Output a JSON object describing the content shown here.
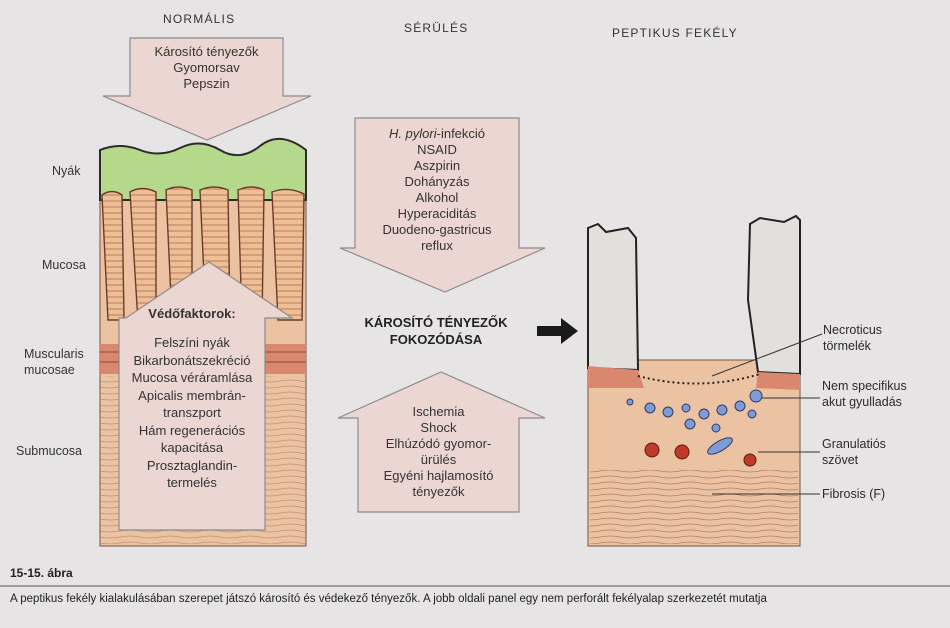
{
  "columns": {
    "normal": "NORMÁLIS",
    "injury": "SÉRÜLÉS",
    "ulcer": "PEPTIKUS FEKÉLY"
  },
  "layers": {
    "mucus": "Nyák",
    "mucosa": "Mucosa",
    "muscularis": [
      "Muscularis",
      "mucosae"
    ],
    "submucosa": "Submucosa"
  },
  "damaging_factors": {
    "title": "Károsító tényezők",
    "items": [
      "Gyomorsav",
      "Pepszin"
    ]
  },
  "protective_factors": {
    "title": "Védőfaktorok:",
    "items": [
      "Felszíni nyák",
      "Bikarbonátszekréció",
      "Mucosa véráramlása",
      "Apicalis membrán-",
      "transzport",
      "Hám regenerációs",
      "kapacitása",
      "Prosztaglandin-",
      "termelés"
    ]
  },
  "injury_increase": {
    "hpylori_italic": "H. pylori",
    "hpylori_rest": "-infekció",
    "items": [
      "NSAID",
      "Aszpirin",
      "Dohányzás",
      "Alkohol",
      "Hyperaciditás",
      "Duodeno-gastricus",
      "reflux"
    ]
  },
  "injury_decrease": {
    "items": [
      "Ischemia",
      "Shock",
      "Elhúzódó gyomor-",
      "ürülés",
      "Egyéni hajlamosító",
      "tényezők"
    ]
  },
  "center_label": [
    "KÁROSÍTÓ TÉNYEZŐK",
    "FOKOZÓDÁSA"
  ],
  "ulcer_callouts": {
    "necrotic": [
      "Necroticus",
      "törmelék"
    ],
    "inflammation": [
      "Nem specifikus",
      "akut gyulladás"
    ],
    "granulation": [
      "Granulatiós",
      "szövet"
    ],
    "fibrosis": [
      "Fibrosis (F)"
    ]
  },
  "figure": {
    "id": "15-15. ábra",
    "caption": "A peptikus fekély kialakulásában szerepet játszó károsító és védekező tényezők. A jobb oldali panel egy nem perforált fekélyalap szerkezetét mutatja"
  },
  "colors": {
    "background": "#e7e4e6",
    "arrow_fill": "#ecd6d2",
    "arrow_stroke": "#8c8c8c",
    "mucus": "#b5d98a",
    "gland": "#e9bf95",
    "submucosa": "#ecc3a2",
    "muscularis": "#d9876e",
    "necrosis": "#e2e0dd"
  }
}
